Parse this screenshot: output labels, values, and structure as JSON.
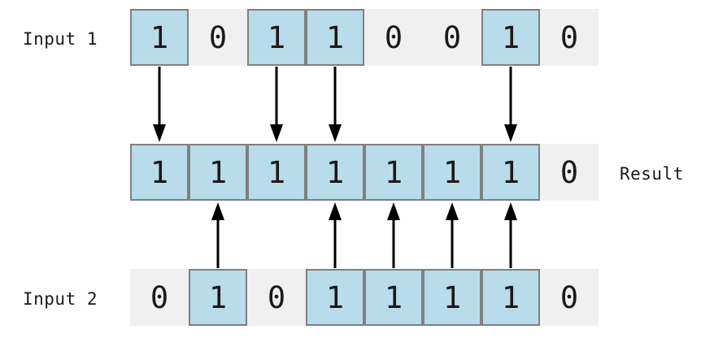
{
  "diagram": {
    "title": "bitwise-or-illustration",
    "colors": {
      "bit_on_fill": "#b8dcea",
      "bit_off_fill": "#f0f0f0",
      "cell_border": "#808080",
      "arrow": "#000000",
      "text": "#1a1a1a",
      "background": "#ffffff"
    },
    "rows": [
      {
        "id": "input1",
        "label": "Input 1",
        "label_side": "left",
        "bits": [
          "1",
          "0",
          "1",
          "1",
          "0",
          "0",
          "1",
          "0"
        ]
      },
      {
        "id": "result",
        "label": "Result",
        "label_side": "right",
        "bits": [
          "1",
          "1",
          "1",
          "1",
          "1",
          "1",
          "1",
          "0"
        ]
      },
      {
        "id": "input2",
        "label": "Input 2",
        "label_side": "left",
        "bits": [
          "0",
          "1",
          "0",
          "1",
          "1",
          "1",
          "1",
          "0"
        ]
      }
    ],
    "arrows": {
      "down_from_input1_at_indices": [
        0,
        2,
        3,
        6
      ],
      "up_from_input2_at_indices": [
        1,
        3,
        4,
        5,
        6
      ]
    }
  }
}
